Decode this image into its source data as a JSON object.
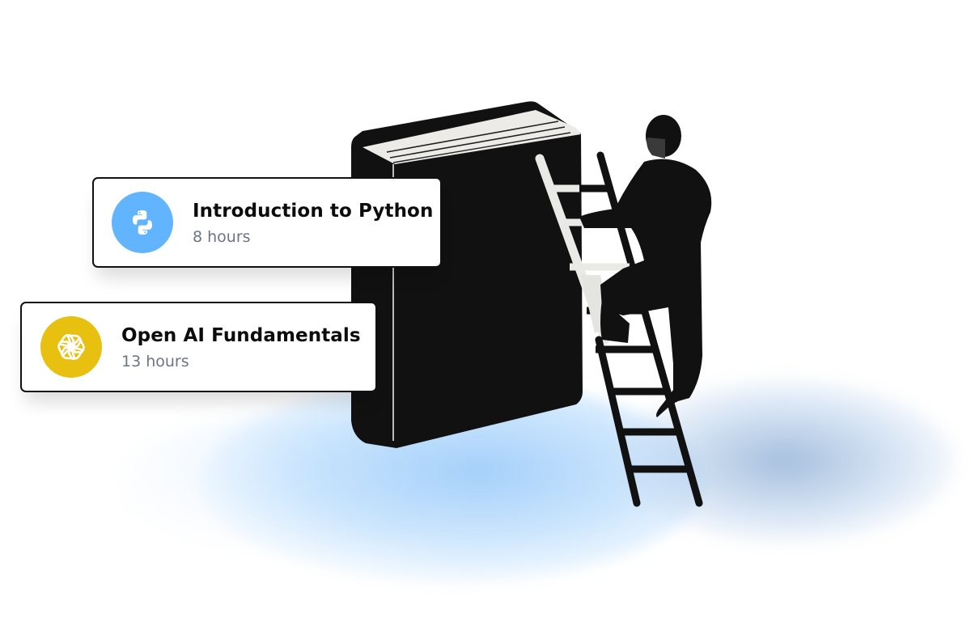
{
  "courses": [
    {
      "title": "Introduction to Python",
      "duration": "8 hours",
      "icon": "python-logo-icon",
      "icon_bg": "#62b4ff"
    },
    {
      "title": "Open AI Fundamentals",
      "duration": "13 hours",
      "icon": "openai-logo-icon",
      "icon_bg": "#e8c010"
    }
  ],
  "illustration": {
    "subject": "person-climbing-ladder-onto-giant-book",
    "colors": {
      "silhouette": "#111111",
      "pages": "#ecebe8",
      "glow_blue": "#b3d6fb",
      "glow_gray": "#9fb6d2"
    }
  }
}
